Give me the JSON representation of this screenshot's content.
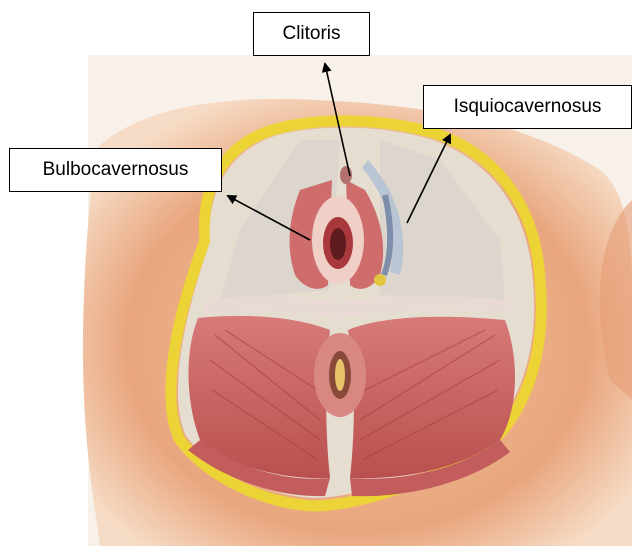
{
  "labels": {
    "clitoris": "Clitoris",
    "isquiocavernosus": "Isquiocavernosus",
    "bulbocavernosus": "Bulbocavernosus"
  },
  "colors": {
    "background": "#ffffff",
    "skin": "#e9a67e",
    "fat_border": "#ecd436",
    "muscle": "#c65a5c",
    "fascia": "#e5ddd2",
    "vein": "#8a9bb4"
  }
}
